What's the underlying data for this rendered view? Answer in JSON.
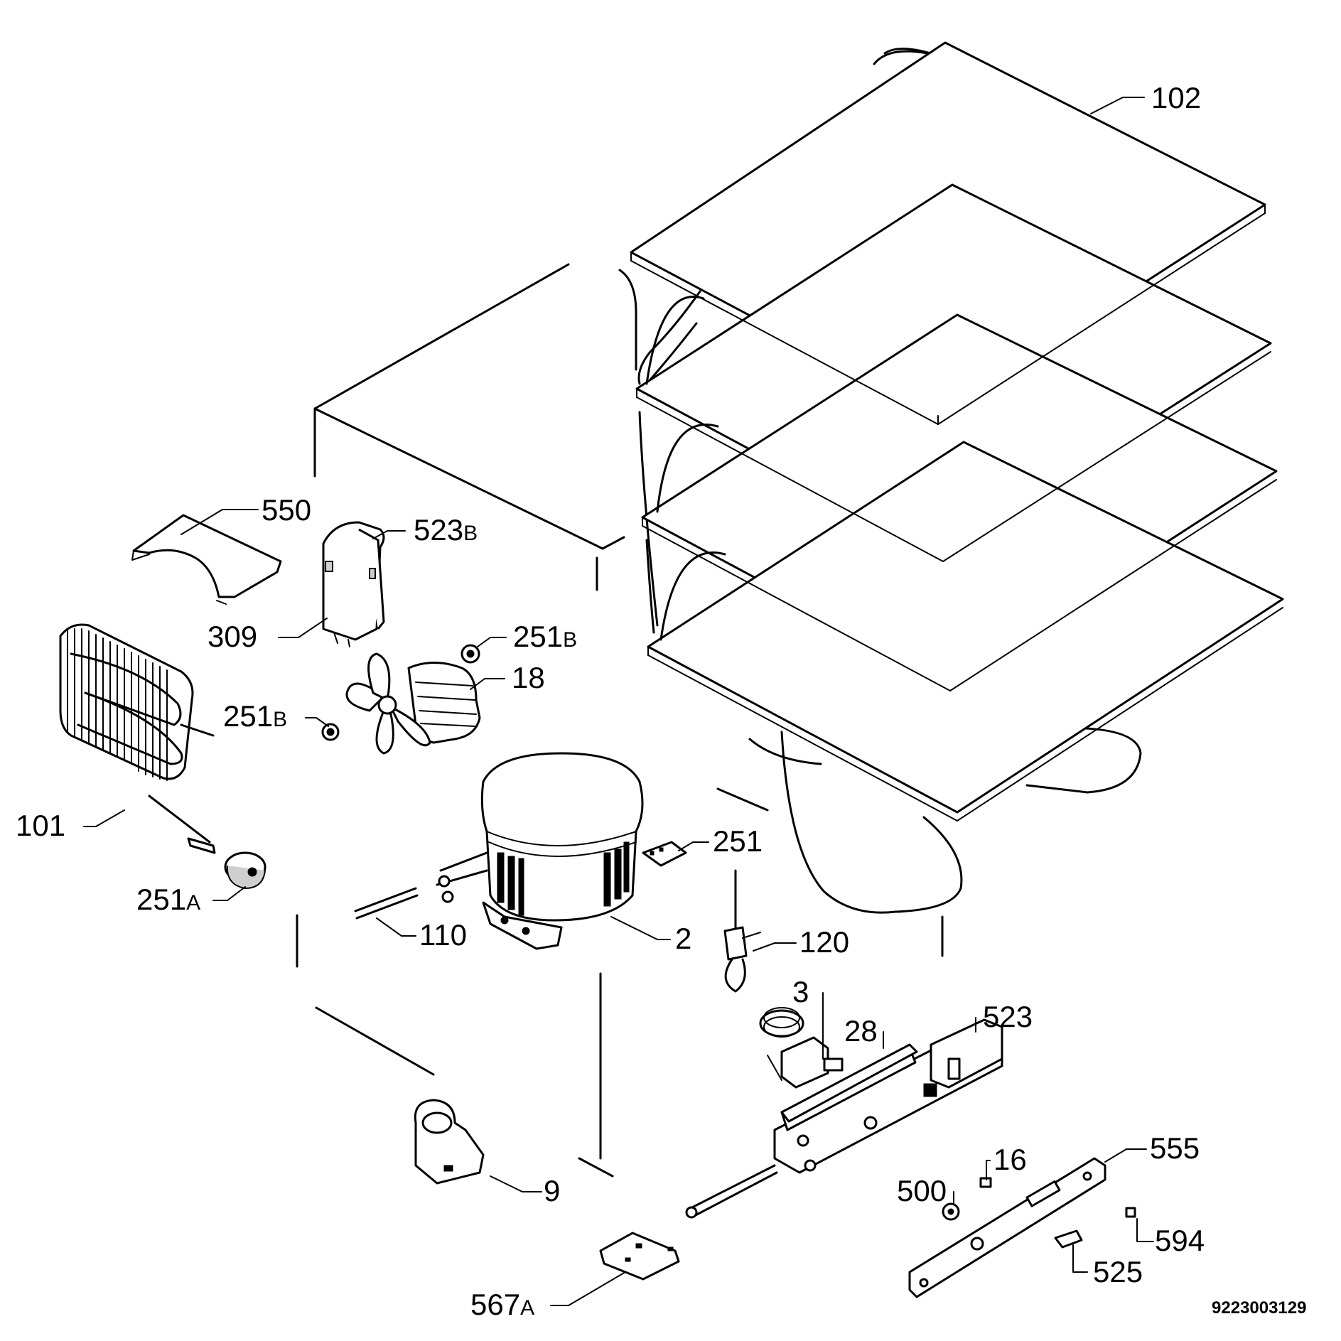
{
  "document_number": "9223003129",
  "labels": {
    "p102": "102",
    "p550": "550",
    "p523b": {
      "main": "523",
      "suffix": "B"
    },
    "p309": "309",
    "p251b_top": {
      "main": "251",
      "suffix": "B"
    },
    "p18": "18",
    "p251b_left": {
      "main": "251",
      "suffix": "B"
    },
    "p101": "101",
    "p251a": {
      "main": "251",
      "suffix": "A"
    },
    "p251": "251",
    "p110": "110",
    "p2": "2",
    "p120": "120",
    "p3": "3",
    "p28": "28",
    "p523": "523",
    "p9": "9",
    "p555": "555",
    "p16": "16",
    "p500": "500",
    "p594": "594",
    "p525": "525",
    "p567a": {
      "main": "567",
      "suffix": "A"
    }
  }
}
